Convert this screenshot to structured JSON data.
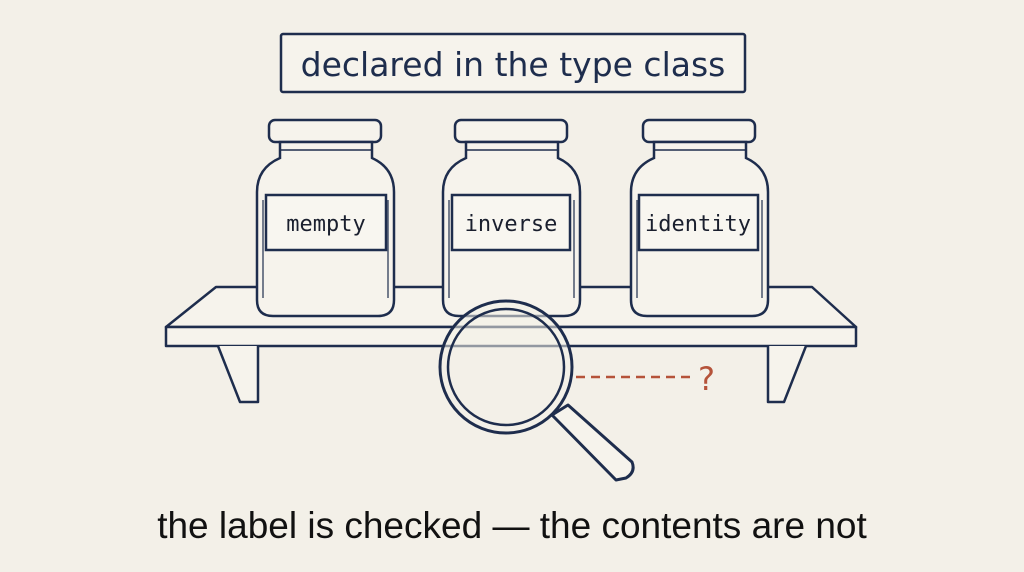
{
  "title": "declared in the type class",
  "jars": [
    {
      "label": "mempty"
    },
    {
      "label": "inverse"
    },
    {
      "label": "identity"
    }
  ],
  "question_mark": "?",
  "caption": "the label is checked — the contents are not",
  "colors": {
    "background": "#f3f0e8",
    "ink": "#1e2d4d",
    "accent": "#b5533a"
  },
  "icons": [
    "jar-icon",
    "magnifying-glass-icon",
    "shelf"
  ]
}
